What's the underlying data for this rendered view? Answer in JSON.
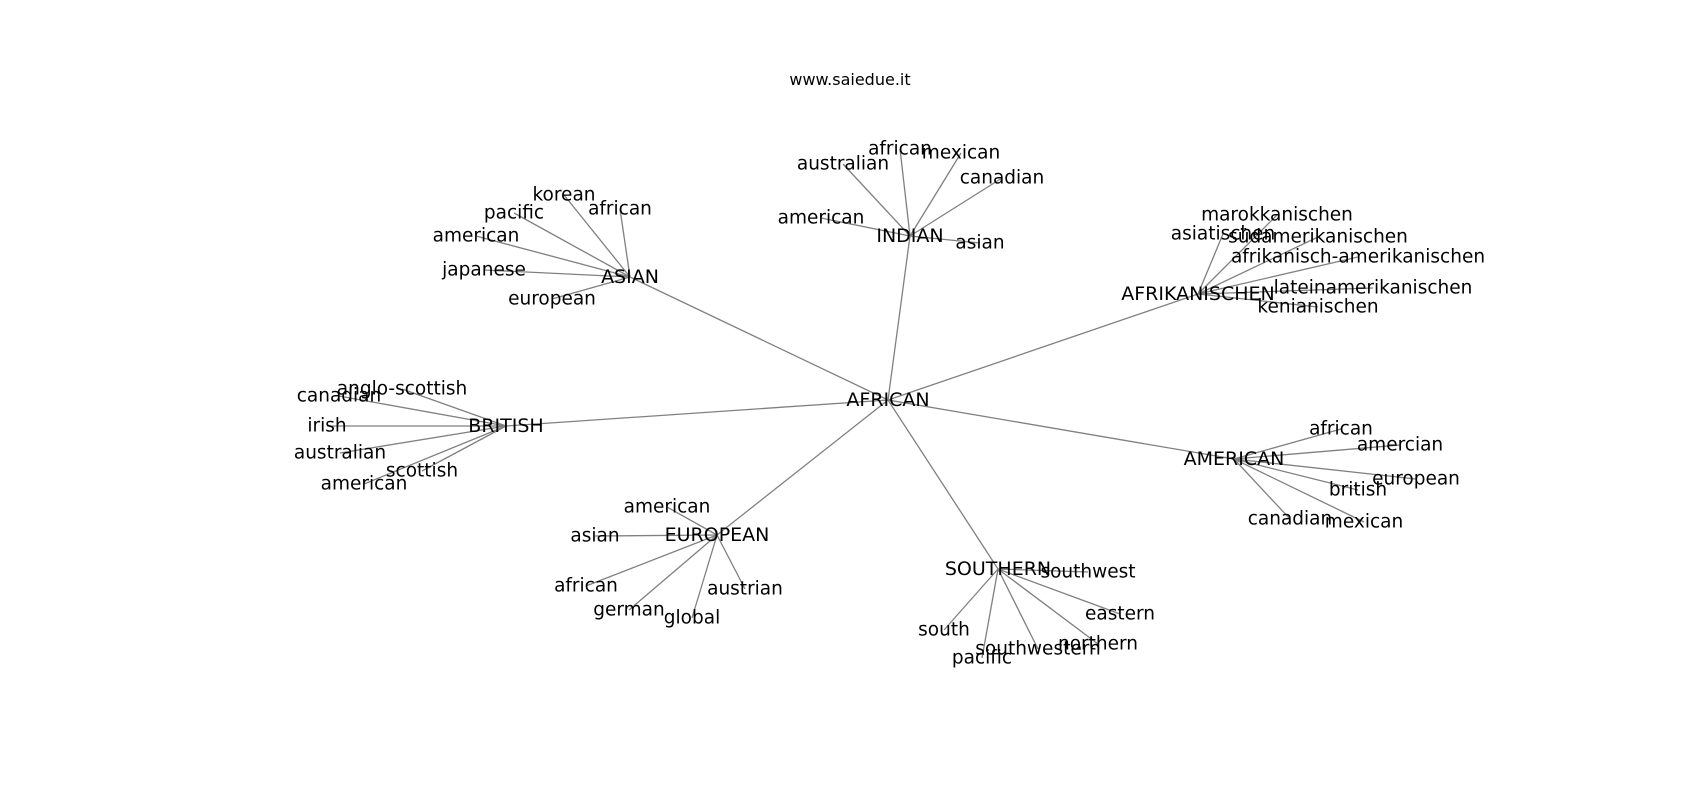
{
  "watermark": "www.saiedue.it",
  "colors": {
    "edge": "#808080",
    "text": "#000000",
    "background": "#ffffff"
  },
  "graph": {
    "center": "AFRICAN",
    "hubs": [
      {
        "id": "asian",
        "label": "ASIAN",
        "leaves": [
          "korean",
          "african",
          "pacific",
          "american",
          "japanese",
          "european"
        ]
      },
      {
        "id": "indian",
        "label": "INDIAN",
        "leaves": [
          "african",
          "mexican",
          "australian",
          "canadian",
          "american",
          "asian"
        ]
      },
      {
        "id": "afrikanischen",
        "label": "AFRIKANISCHEN",
        "leaves": [
          "marokkanischen",
          "asiatischen",
          "südamerikanischen",
          "afrikanisch-amerikanischen",
          "lateinamerikanischen",
          "kenianischen"
        ]
      },
      {
        "id": "british",
        "label": "BRITISH",
        "leaves": [
          "anglo-scottish",
          "canadian",
          "irish",
          "australian",
          "scottish",
          "american"
        ]
      },
      {
        "id": "american",
        "label": "AMERICAN",
        "leaves": [
          "african",
          "amercian",
          "european",
          "british",
          "canadian",
          "mexican"
        ]
      },
      {
        "id": "european",
        "label": "EUROPEAN",
        "leaves": [
          "american",
          "asian",
          "african",
          "austrian",
          "german",
          "global"
        ]
      },
      {
        "id": "southern",
        "label": "SOUTHERN",
        "leaves": [
          "southwest",
          "eastern",
          "south",
          "northern",
          "southwestern",
          "pacific"
        ]
      }
    ]
  }
}
